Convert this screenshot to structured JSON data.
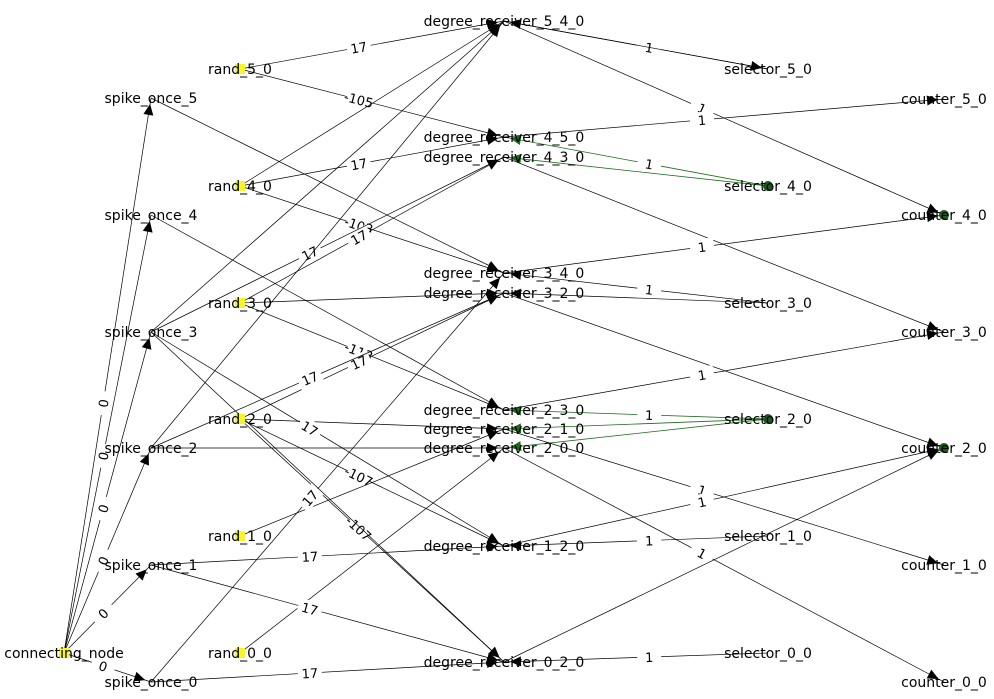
{
  "nodes": [
    {
      "id": "connecting_node",
      "label": "connecting_node",
      "marker": "yellow-square"
    },
    {
      "id": "spike_once_0",
      "label": "spike_once_0",
      "marker": "none"
    },
    {
      "id": "spike_once_1",
      "label": "spike_once_1",
      "marker": "none"
    },
    {
      "id": "spike_once_2",
      "label": "spike_once_2",
      "marker": "none"
    },
    {
      "id": "spike_once_3",
      "label": "spike_once_3",
      "marker": "none"
    },
    {
      "id": "spike_once_4",
      "label": "spike_once_4",
      "marker": "none"
    },
    {
      "id": "spike_once_5",
      "label": "spike_once_5",
      "marker": "none"
    },
    {
      "id": "rand_0_0",
      "label": "rand_0_0",
      "marker": "yellow-square"
    },
    {
      "id": "rand_1_0",
      "label": "rand_1_0",
      "marker": "yellow-square"
    },
    {
      "id": "rand_2_0",
      "label": "rand_2_0",
      "marker": "yellow-square"
    },
    {
      "id": "rand_3_0",
      "label": "rand_3_0",
      "marker": "yellow-square"
    },
    {
      "id": "rand_4_0",
      "label": "rand_4_0",
      "marker": "yellow-square"
    },
    {
      "id": "rand_5_0",
      "label": "rand_5_0",
      "marker": "yellow-square"
    },
    {
      "id": "degree_receiver_5_4_0",
      "label": "degree_receiver_5_4_0",
      "marker": "none"
    },
    {
      "id": "degree_receiver_4_5_0",
      "label": "degree_receiver_4_5_0",
      "marker": "none"
    },
    {
      "id": "degree_receiver_4_3_0",
      "label": "degree_receiver_4_3_0",
      "marker": "none"
    },
    {
      "id": "degree_receiver_3_4_0",
      "label": "degree_receiver_3_4_0",
      "marker": "none"
    },
    {
      "id": "degree_receiver_3_2_0",
      "label": "degree_receiver_3_2_0",
      "marker": "none"
    },
    {
      "id": "degree_receiver_2_3_0",
      "label": "degree_receiver_2_3_0",
      "marker": "none"
    },
    {
      "id": "degree_receiver_2_1_0",
      "label": "degree_receiver_2_1_0",
      "marker": "none"
    },
    {
      "id": "degree_receiver_2_0_0",
      "label": "degree_receiver_2_0_0",
      "marker": "none"
    },
    {
      "id": "degree_receiver_1_2_0",
      "label": "degree_receiver_1_2_0",
      "marker": "none"
    },
    {
      "id": "degree_receiver_0_2_0",
      "label": "degree_receiver_0_2_0",
      "marker": "none"
    },
    {
      "id": "selector_5_0",
      "label": "selector_5_0",
      "marker": "none"
    },
    {
      "id": "selector_4_0",
      "label": "selector_4_0",
      "marker": "green-dot"
    },
    {
      "id": "selector_3_0",
      "label": "selector_3_0",
      "marker": "none"
    },
    {
      "id": "selector_2_0",
      "label": "selector_2_0",
      "marker": "green-dot"
    },
    {
      "id": "selector_1_0",
      "label": "selector_1_0",
      "marker": "none"
    },
    {
      "id": "selector_0_0",
      "label": "selector_0_0",
      "marker": "none"
    },
    {
      "id": "counter_5_0",
      "label": "counter_5_0",
      "marker": "none"
    },
    {
      "id": "counter_4_0",
      "label": "counter_4_0",
      "marker": "green-dot"
    },
    {
      "id": "counter_3_0",
      "label": "counter_3_0",
      "marker": "none"
    },
    {
      "id": "counter_2_0",
      "label": "counter_2_0",
      "marker": "green-dot"
    },
    {
      "id": "counter_1_0",
      "label": "counter_1_0",
      "marker": "none"
    },
    {
      "id": "counter_0_0",
      "label": "counter_0_0",
      "marker": "none"
    }
  ],
  "edges": [
    {
      "from": "connecting_node",
      "to": "spike_once_0",
      "weight": "0"
    },
    {
      "from": "connecting_node",
      "to": "spike_once_1",
      "weight": "0"
    },
    {
      "from": "connecting_node",
      "to": "spike_once_2",
      "weight": "0"
    },
    {
      "from": "connecting_node",
      "to": "spike_once_3",
      "weight": "0"
    },
    {
      "from": "connecting_node",
      "to": "spike_once_4",
      "weight": "0"
    },
    {
      "from": "connecting_node",
      "to": "spike_once_5",
      "weight": "0"
    },
    {
      "from": "rand_5_0",
      "to": "degree_receiver_5_4_0",
      "weight": "17"
    },
    {
      "from": "rand_5_0",
      "to": "degree_receiver_4_5_0",
      "weight": "-105"
    },
    {
      "from": "rand_4_0",
      "to": "degree_receiver_4_5_0",
      "weight": "17"
    },
    {
      "from": "rand_4_0",
      "to": "degree_receiver_5_4_0",
      "weight": ""
    },
    {
      "from": "rand_4_0",
      "to": "degree_receiver_3_4_0",
      "weight": "-103"
    },
    {
      "from": "rand_3_0",
      "to": "degree_receiver_4_3_0",
      "weight": "17"
    },
    {
      "from": "rand_3_0",
      "to": "degree_receiver_3_2_0",
      "weight": ""
    },
    {
      "from": "rand_3_0",
      "to": "degree_receiver_2_3_0",
      "weight": "-113"
    },
    {
      "from": "rand_2_0",
      "to": "degree_receiver_3_2_0",
      "weight": "17"
    },
    {
      "from": "rand_2_0",
      "to": "degree_receiver_2_1_0",
      "weight": ""
    },
    {
      "from": "rand_2_0",
      "to": "degree_receiver_1_2_0",
      "weight": "-107"
    },
    {
      "from": "rand_2_0",
      "to": "degree_receiver_0_2_0",
      "weight": "-107"
    },
    {
      "from": "rand_1_0",
      "to": "degree_receiver_2_1_0",
      "weight": ""
    },
    {
      "from": "rand_0_0",
      "to": "degree_receiver_2_0_0",
      "weight": ""
    },
    {
      "from": "spike_once_5",
      "to": "degree_receiver_3_4_0",
      "weight": ""
    },
    {
      "from": "spike_once_4",
      "to": "degree_receiver_2_3_0",
      "weight": ""
    },
    {
      "from": "spike_once_3",
      "to": "degree_receiver_4_3_0",
      "weight": "17"
    },
    {
      "from": "spike_once_3",
      "to": "degree_receiver_1_2_0",
      "weight": "17"
    },
    {
      "from": "spike_once_3",
      "to": "degree_receiver_0_2_0",
      "weight": ""
    },
    {
      "from": "spike_once_3",
      "to": "degree_receiver_5_4_0",
      "weight": ""
    },
    {
      "from": "spike_once_2",
      "to": "degree_receiver_3_2_0",
      "weight": "17"
    },
    {
      "from": "spike_once_2",
      "to": "degree_receiver_5_4_0",
      "weight": ""
    },
    {
      "from": "spike_once_2",
      "to": "degree_receiver_2_0_0",
      "weight": ""
    },
    {
      "from": "spike_once_1",
      "to": "degree_receiver_1_2_0",
      "weight": "17"
    },
    {
      "from": "spike_once_1",
      "to": "degree_receiver_0_2_0",
      "weight": "17"
    },
    {
      "from": "spike_once_0",
      "to": "degree_receiver_0_2_0",
      "weight": "17"
    },
    {
      "from": "spike_once_0",
      "to": "degree_receiver_3_4_0",
      "weight": "17"
    },
    {
      "from": "selector_5_0",
      "to": "degree_receiver_5_4_0",
      "weight": "1"
    },
    {
      "from": "degree_receiver_5_4_0",
      "to": "selector_5_0",
      "weight": ""
    },
    {
      "from": "selector_4_0",
      "to": "degree_receiver_4_5_0",
      "weight": "1",
      "color": "green"
    },
    {
      "from": "selector_4_0",
      "to": "degree_receiver_4_3_0",
      "weight": "",
      "color": "green"
    },
    {
      "from": "selector_3_0",
      "to": "degree_receiver_3_4_0",
      "weight": "1"
    },
    {
      "from": "selector_3_0",
      "to": "degree_receiver_3_2_0",
      "weight": ""
    },
    {
      "from": "selector_2_0",
      "to": "degree_receiver_2_3_0",
      "weight": "1",
      "color": "green"
    },
    {
      "from": "selector_2_0",
      "to": "degree_receiver_2_1_0",
      "weight": "",
      "color": "green"
    },
    {
      "from": "selector_2_0",
      "to": "degree_receiver_2_0_0",
      "weight": "",
      "color": "green"
    },
    {
      "from": "selector_1_0",
      "to": "degree_receiver_1_2_0",
      "weight": "1"
    },
    {
      "from": "selector_0_0",
      "to": "degree_receiver_0_2_0",
      "weight": "1"
    },
    {
      "from": "degree_receiver_5_4_0",
      "to": "counter_4_0",
      "weight": "1"
    },
    {
      "from": "degree_receiver_4_5_0",
      "to": "counter_5_0",
      "weight": "1"
    },
    {
      "from": "degree_receiver_4_3_0",
      "to": "counter_3_0",
      "weight": ""
    },
    {
      "from": "degree_receiver_3_4_0",
      "to": "counter_4_0",
      "weight": "1"
    },
    {
      "from": "degree_receiver_3_2_0",
      "to": "counter_2_0",
      "weight": ""
    },
    {
      "from": "degree_receiver_2_3_0",
      "to": "counter_3_0",
      "weight": "1"
    },
    {
      "from": "degree_receiver_2_1_0",
      "to": "counter_1_0",
      "weight": "1"
    },
    {
      "from": "degree_receiver_2_0_0",
      "to": "counter_0_0",
      "weight": "1"
    },
    {
      "from": "degree_receiver_1_2_0",
      "to": "counter_2_0",
      "weight": "1"
    },
    {
      "from": "degree_receiver_0_2_0",
      "to": "counter_2_0",
      "weight": ""
    }
  ],
  "colors": {
    "yellow_marker": "#f5f52a",
    "green_marker": "#1a5c1a",
    "green_edge": "#1a6b1a",
    "edge": "#000000"
  }
}
